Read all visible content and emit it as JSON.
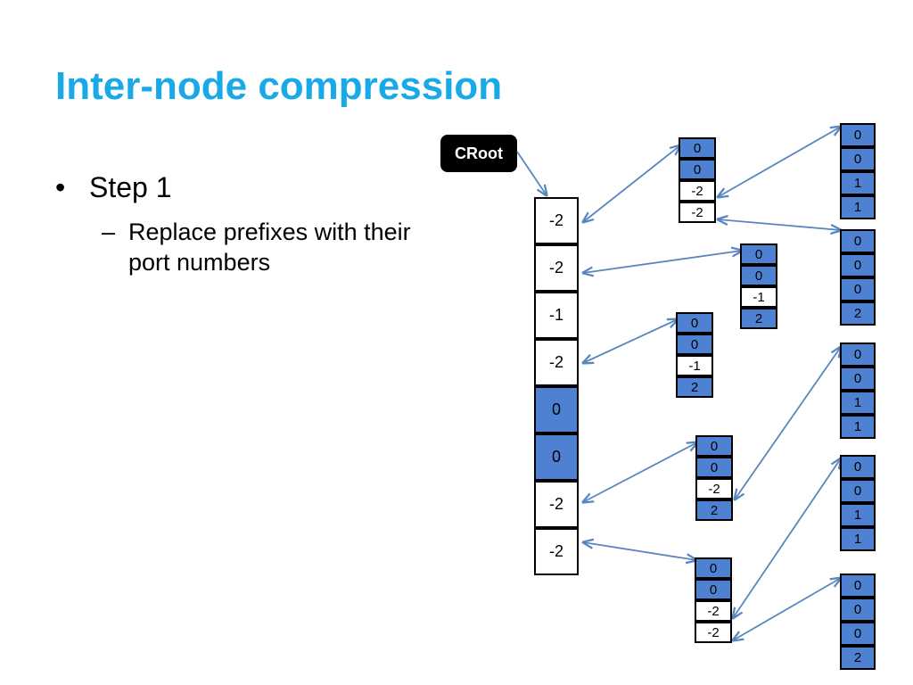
{
  "title": "Inter-node compression",
  "bullets": [
    {
      "text": "Step 1",
      "sub": [
        "Replace prefixes with their port numbers"
      ]
    }
  ],
  "root_label": "CRoot",
  "colors": {
    "title": "#18a9e6",
    "cell_highlight": "#4f81d2",
    "arrow": "#5a86c0"
  },
  "diagram": {
    "root_node": [
      "-2",
      "-2",
      "-1",
      "-2",
      "0",
      "0",
      "-2",
      "-2"
    ],
    "children": [
      {
        "id": "c1",
        "cells": [
          "0",
          "0",
          "-2",
          "-2"
        ]
      },
      {
        "id": "c2",
        "cells": [
          "0",
          "0",
          "-1",
          "2"
        ]
      },
      {
        "id": "c3",
        "cells": [
          "0",
          "0",
          "-1",
          "2"
        ]
      },
      {
        "id": "c4",
        "cells": [
          "0",
          "0",
          "-2",
          "2"
        ]
      },
      {
        "id": "c5",
        "cells": [
          "0",
          "0",
          "-2",
          "-2"
        ]
      }
    ],
    "leaves": [
      {
        "id": "l1",
        "cells": [
          "0",
          "0",
          "1",
          "1"
        ]
      },
      {
        "id": "l2",
        "cells": [
          "0",
          "0",
          "0",
          "2"
        ]
      },
      {
        "id": "l3",
        "cells": [
          "0",
          "0",
          "1",
          "1"
        ]
      },
      {
        "id": "l4",
        "cells": [
          "0",
          "0",
          "1",
          "1"
        ]
      },
      {
        "id": "l5",
        "cells": [
          "0",
          "0",
          "0",
          "2"
        ]
      }
    ]
  }
}
